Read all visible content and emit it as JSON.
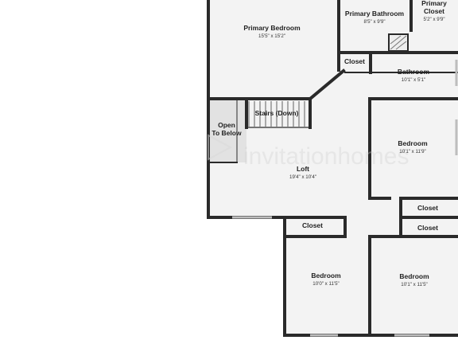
{
  "watermark": "invitationhomes",
  "colors": {
    "wall": "#2a2a2a",
    "floor": "#f3f3f3",
    "void": "#ffffff",
    "window": "#dcdcdc"
  },
  "rooms": [
    {
      "key": "primary_bedroom",
      "name": "Primary Bedroom",
      "dim": "15'5\" x 15'2\""
    },
    {
      "key": "primary_bathroom",
      "name": "Primary Bathroom",
      "dim": "8'5\" x 9'9\""
    },
    {
      "key": "primary_closet",
      "name": "Primary Closet",
      "name_lines": [
        "Primary",
        "Closet"
      ],
      "dim": "5'2\" x 9'9\""
    },
    {
      "key": "closet_hall",
      "name": "Closet"
    },
    {
      "key": "bathroom",
      "name": "Bathroom",
      "dim": "10'1\" x 5'1\""
    },
    {
      "key": "stairs",
      "name": "Stairs (Down)"
    },
    {
      "key": "open_to_below",
      "name": "Open To Below",
      "name_lines": [
        "Open",
        "To Below"
      ]
    },
    {
      "key": "bedroom_right",
      "name": "Bedroom",
      "dim": "10'1\" x 11'9\""
    },
    {
      "key": "loft",
      "name": "Loft",
      "dim": "19'4\" x 10'4\""
    },
    {
      "key": "closet_right_upper",
      "name": "Closet"
    },
    {
      "key": "closet_right_lower",
      "name": "Closet"
    },
    {
      "key": "closet_left",
      "name": "Closet"
    },
    {
      "key": "bedroom_bottom_left",
      "name": "Bedroom",
      "dim": "10'0\" x 11'5\""
    },
    {
      "key": "bedroom_bottom_right",
      "name": "Bedroom",
      "dim": "10'1\" x 11'5\""
    }
  ]
}
